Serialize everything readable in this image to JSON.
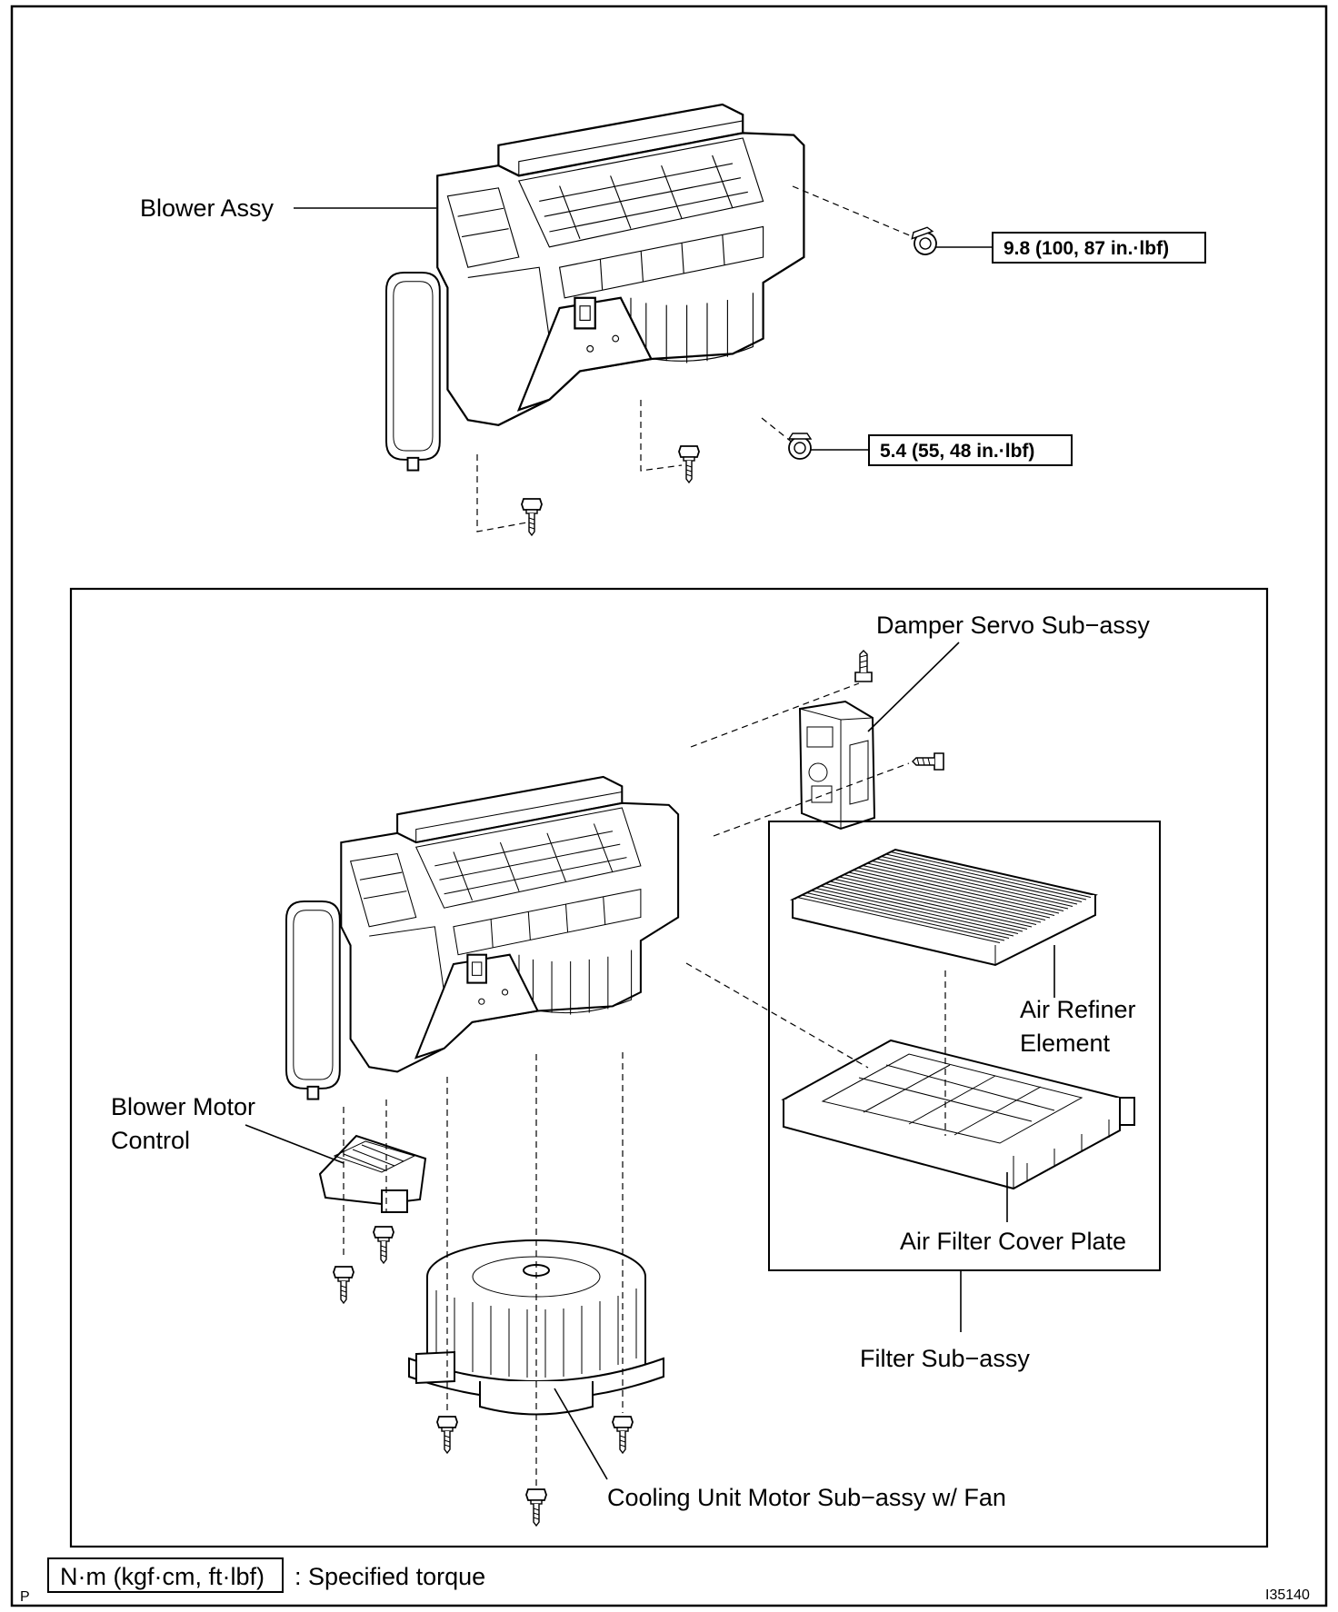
{
  "parts": {
    "blower_assy": "Blower Assy",
    "damper_servo": "Damper Servo Sub−assy",
    "air_refiner_line1": "Air Refiner",
    "air_refiner_line2": "Element",
    "blower_motor_control_line1": "Blower Motor",
    "blower_motor_control_line2": "Control",
    "air_filter_cover_plate": "Air Filter Cover Plate",
    "filter_sub_assy": "Filter Sub−assy",
    "cooling_unit_motor": "Cooling Unit Motor Sub−assy w/ Fan"
  },
  "torque": {
    "upper": "9.8 (100, 87 in.·lbf)",
    "lower": "5.4 (55, 48 in.·lbf)"
  },
  "legend": {
    "unit_box": "N·m (kgf·cm, ft·lbf)",
    "description": ": Specified torque"
  },
  "corner": {
    "left_mark": "P",
    "figure_id": "I35140"
  }
}
